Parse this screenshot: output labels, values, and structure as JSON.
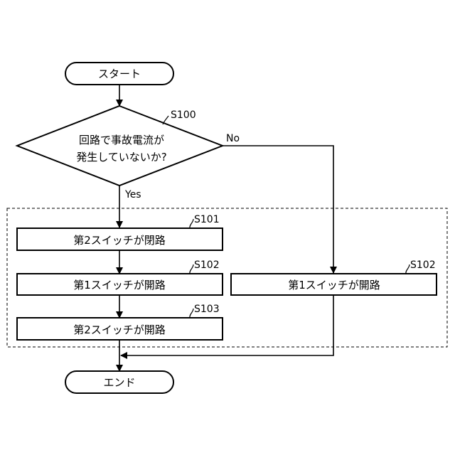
{
  "start": {
    "label": "スタート"
  },
  "end": {
    "label": "エンド"
  },
  "decision": {
    "id": "S100",
    "line1": "回路で事故電流が",
    "line2": "発生していないか?",
    "yes_label": "Yes",
    "no_label": "No"
  },
  "yes_branch": [
    {
      "id": "S101",
      "label": "第2スイッチが閉路"
    },
    {
      "id": "S102",
      "label": "第1スイッチが開路"
    },
    {
      "id": "S103",
      "label": "第2スイッチが開路"
    }
  ],
  "no_branch": [
    {
      "id": "S102",
      "label": "第1スイッチが開路"
    }
  ]
}
